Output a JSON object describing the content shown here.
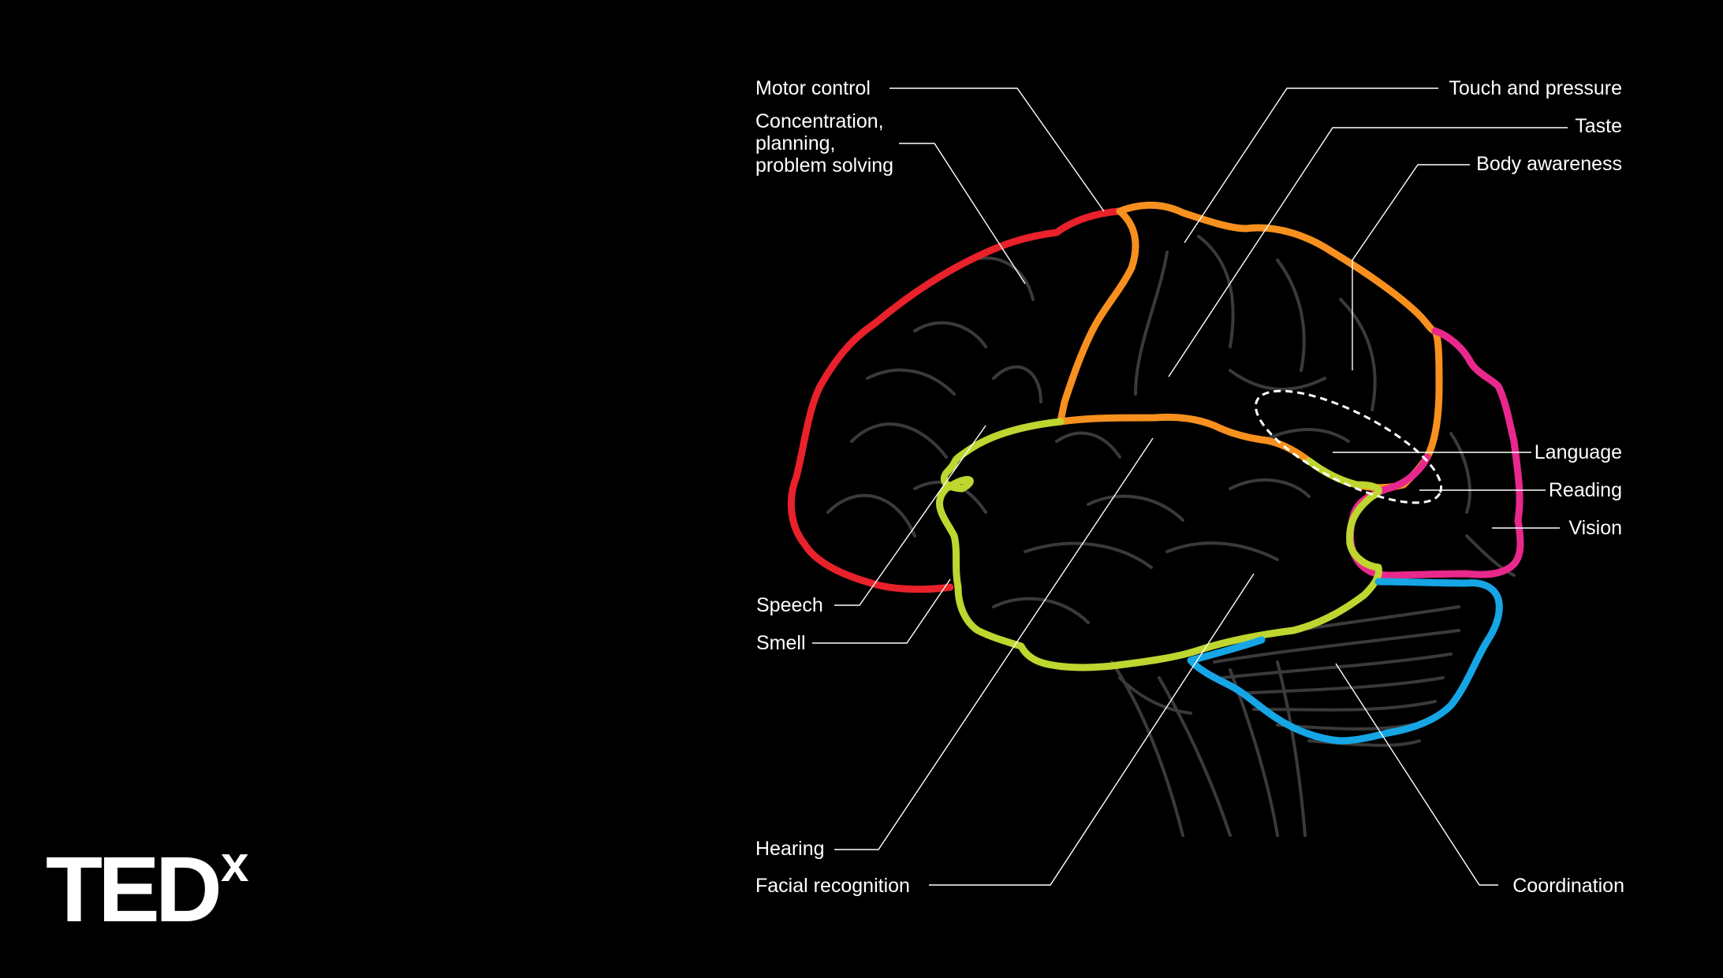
{
  "logo": {
    "text": "TED",
    "superscript": "x"
  },
  "labels": {
    "motor_control": "Motor control",
    "concentration": "Concentration,\nplanning,\nproblem solving",
    "touch_pressure": "Touch and pressure",
    "taste": "Taste",
    "body_awareness": "Body awareness",
    "language": "Language",
    "reading": "Reading",
    "vision": "Vision",
    "speech": "Speech",
    "smell": "Smell",
    "hearing": "Hearing",
    "facial_recognition": "Facial recognition",
    "coordination": "Coordination"
  },
  "colors": {
    "background": "#000000",
    "frontal_lobe": "#e8212b",
    "parietal_lobe": "#f7901e",
    "occipital_lobe": "#e8288c",
    "temporal_lobe": "#bed62f",
    "cerebellum": "#16a6e6",
    "brain_texture": "#3a3a3a",
    "leader_lines": "#ffffff",
    "language_region": "#ffffff"
  }
}
